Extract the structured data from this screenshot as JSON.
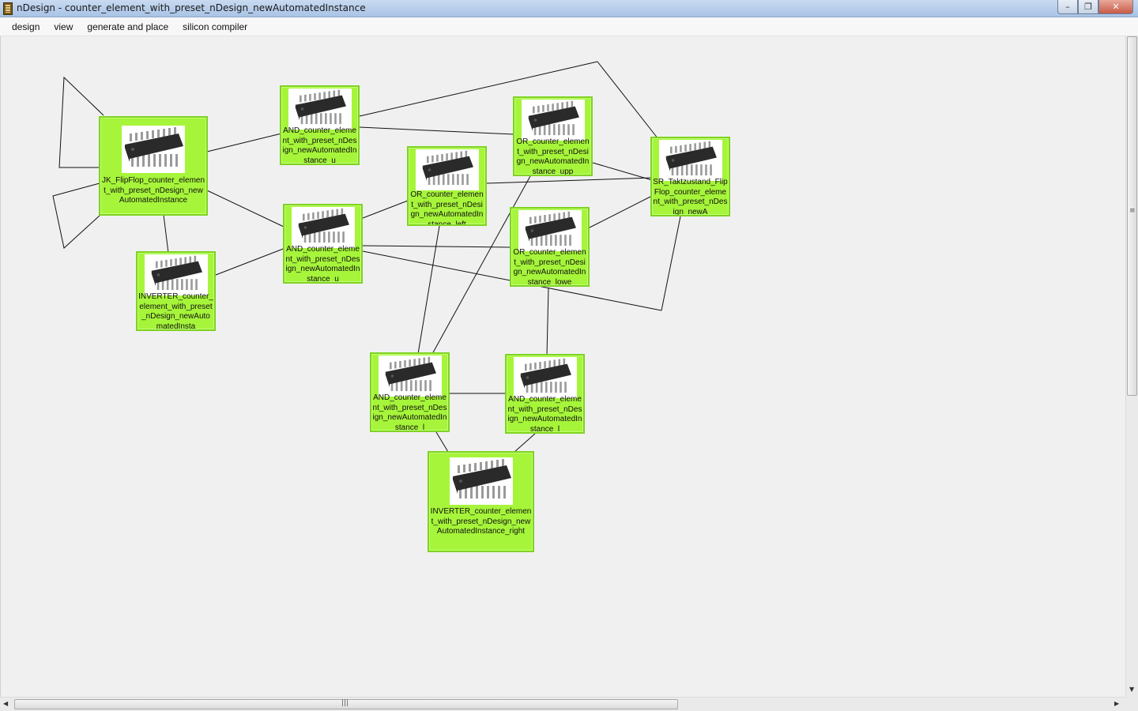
{
  "window": {
    "title": "nDesign - counter_element_with_preset_nDesign_newAutomatedInstance",
    "controls": {
      "minimize": "minimize-icon",
      "maximize": "maximize-icon",
      "close": "close-icon"
    }
  },
  "menu": {
    "items": [
      {
        "label": "design"
      },
      {
        "label": "view"
      },
      {
        "label": "generate and place"
      },
      {
        "label": "silicon compiler"
      }
    ]
  },
  "canvas": {
    "node_color": "#a6f53a",
    "node_border_color": "#7ed321",
    "nodes": [
      {
        "id": "jk",
        "label": "JK_FlipFlop_counter_element_with_preset_nDesign_newAutomatedInstance",
        "icon": "ic-chip-icon"
      },
      {
        "id": "and_u1",
        "label": "AND_counter_element_with_preset_nDesign_newAutomatedInstance_u",
        "icon": "ic-chip-icon"
      },
      {
        "id": "or_upp",
        "label": "OR_counter_element_with_preset_nDesign_newAutomatedInstance_upp",
        "icon": "ic-chip-icon"
      },
      {
        "id": "sr",
        "label": "SR_Taktzustand_FlipFlop_counter_element_with_preset_nDesign_newA",
        "icon": "ic-chip-icon"
      },
      {
        "id": "or_left",
        "label": "OR_counter_element_with_preset_nDesign_newAutomatedInstance_left",
        "icon": "ic-chip-icon"
      },
      {
        "id": "and_u2",
        "label": "AND_counter_element_with_preset_nDesign_newAutomatedInstance_u",
        "icon": "ic-chip-icon"
      },
      {
        "id": "inv_left",
        "label": "INVERTER_counter_element_with_preset_nDesign_newAutomatedInsta",
        "icon": "ic-chip-icon"
      },
      {
        "id": "or_lowe",
        "label": "OR_counter_element_with_preset_nDesign_newAutomatedInstance_lowe",
        "icon": "ic-chip-icon"
      },
      {
        "id": "and_l1",
        "label": "AND_counter_element_with_preset_nDesign_newAutomatedInstance_l",
        "icon": "ic-chip-icon"
      },
      {
        "id": "and_l2",
        "label": "AND_counter_element_with_preset_nDesign_newAutomatedInstance_l",
        "icon": "ic-chip-icon"
      },
      {
        "id": "inv_right",
        "label": "INVERTER_counter_element_with_preset_nDesign_newAutomatedInstance_right",
        "icon": "ic-chip-icon"
      }
    ]
  },
  "scrollbars": {
    "vertical": {
      "up": "up-arrow-icon",
      "down": "down-arrow-icon"
    },
    "horizontal": {
      "left": "left-arrow-icon",
      "right": "right-arrow-icon"
    }
  }
}
